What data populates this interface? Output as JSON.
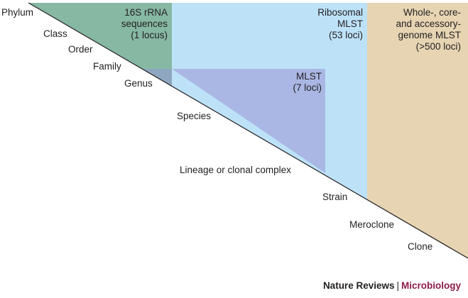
{
  "taxonomy_levels": {
    "phylum": "Phylum",
    "class": "Class",
    "order": "Order",
    "family": "Family",
    "genus": "Genus",
    "species": "Species",
    "lineage": "Lineage or clonal complex",
    "strain": "Strain",
    "meroclone": "Meroclone",
    "clone": "Clone"
  },
  "methods": {
    "rrna": {
      "line1": "16S rRNA",
      "line2": "sequences",
      "line3": "(1 locus)",
      "color": "#7fb39f"
    },
    "ribosomal": {
      "line1": "Ribosomal",
      "line2": "MLST",
      "line3": "(53 loci)",
      "color": "#b9e0f7"
    },
    "genome": {
      "line1": "Whole-, core-",
      "line2": "and accessory-",
      "line3": "genome MLST",
      "line4": "(>500 loci)",
      "color": "#e5d3b2"
    },
    "mlst": {
      "line1": "MLST",
      "line2": "(7 loci)",
      "color": "#a9b6e3"
    }
  },
  "credit": {
    "journal": "Nature Reviews",
    "separator": "|",
    "subject": "Microbiology",
    "subject_color": "#8c1c4a"
  }
}
